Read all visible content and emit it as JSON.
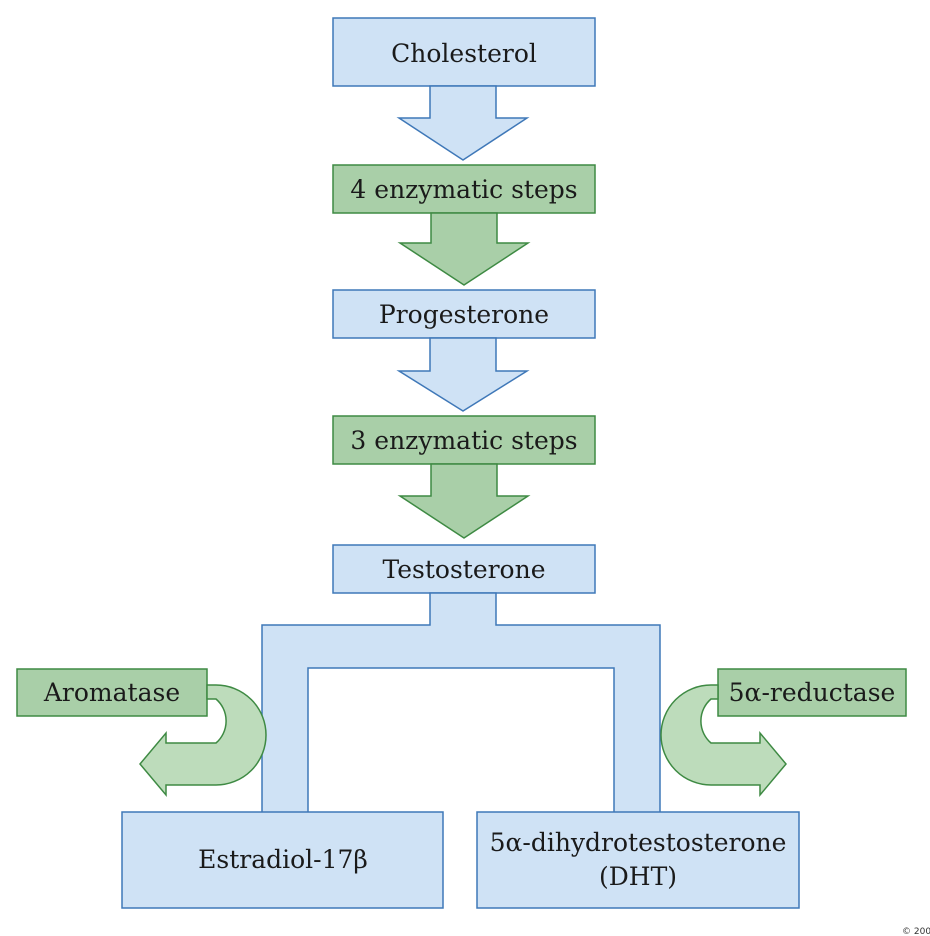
{
  "colors": {
    "compound_fill": "#cfe2f5",
    "compound_stroke": "#3f78b8",
    "enzyme_fill": "#a9cfa8",
    "enzyme_stroke": "#3e8a43",
    "side_arrow_fill": "#bddcbb"
  },
  "nodes": {
    "cholesterol": "Cholesterol",
    "step1": "4 enzymatic steps",
    "progesterone": "Progesterone",
    "step2": "3 enzymatic steps",
    "testosterone": "Testosterone",
    "aromatase": "Aromatase",
    "reductase": "5α-reductase",
    "estradiol": "Estradiol-17β",
    "dht_line1": "5α-dihydrotestosterone",
    "dht_line2": "(DHT)"
  },
  "copyright": "© 200"
}
